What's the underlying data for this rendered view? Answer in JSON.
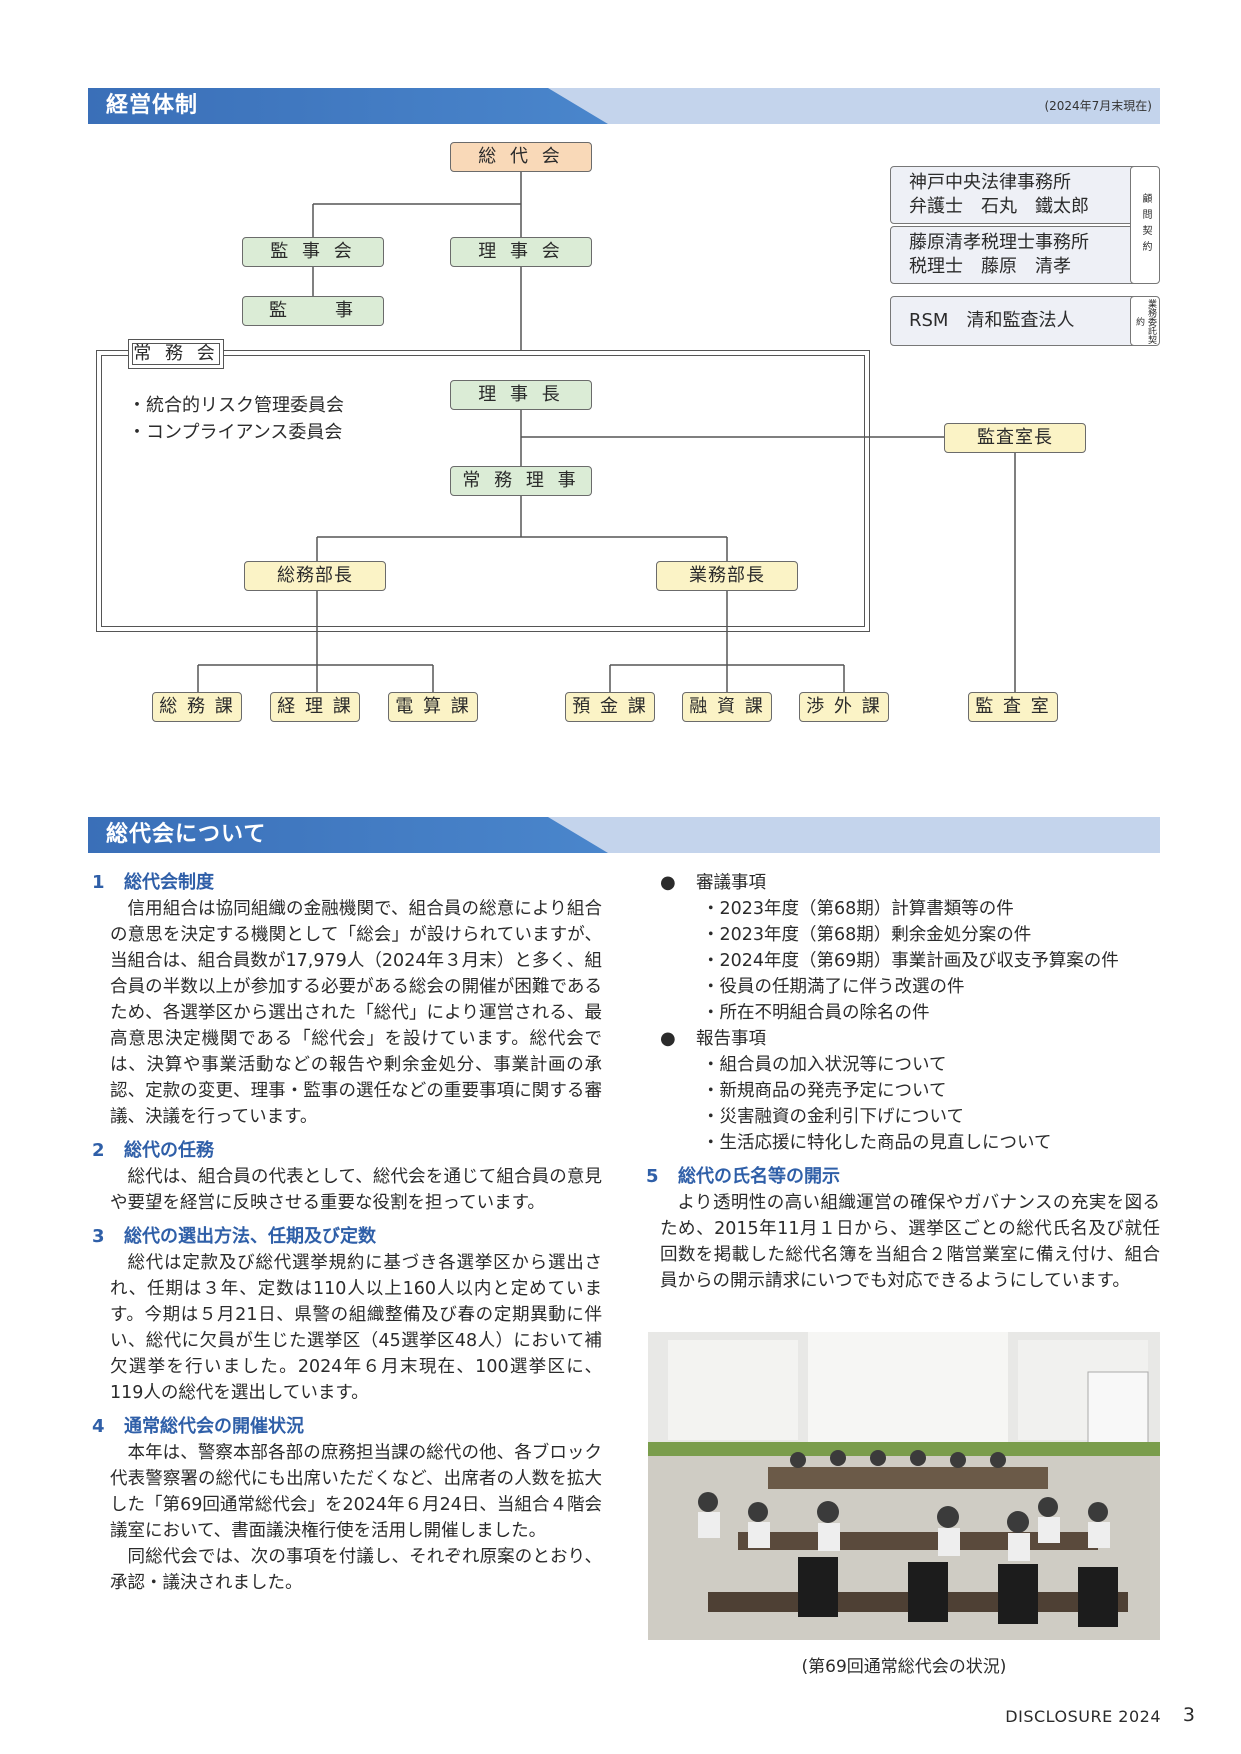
{
  "section1": {
    "title": "経営体制",
    "date_note": "(2024年7月末現在)"
  },
  "org": {
    "sodaikai": "総 代 会",
    "kanjikai": "監 事 会",
    "rijikai": "理 事 会",
    "kanji": "監　　事",
    "jomukai": "常 務 会",
    "committees": [
      "・統合的リスク管理委員会",
      "・コンプライアンス委員会"
    ],
    "rijicho": "理 事 長",
    "jomuriji": "常 務 理 事",
    "kansashitsucho": "監査室長",
    "somubucho": "総務部長",
    "gyomubucho": "業務部長",
    "departments": [
      "総 務 課",
      "経 理 課",
      "電 算 課",
      "預 金 課",
      "融 資 課",
      "渉 外 課",
      "監 査 室"
    ],
    "advisors": [
      {
        "line1": "神戸中央法律事務所",
        "line2": "弁護士　石丸　鐵太郎"
      },
      {
        "line1": "藤原清孝税理士事務所",
        "line2": "税理士　藤原　清孝"
      }
    ],
    "advisor_tag": "顧問契約",
    "auditor": "RSM　清和監査法人",
    "auditor_tag": "業務委託契約"
  },
  "section2": {
    "title": "総代会について"
  },
  "left_sections": [
    {
      "num": "1",
      "title": "総代会制度",
      "paras": [
        "信用組合は協同組織の金融機関で、組合員の総意により組合の意思を決定する機関として「総会」が設けられていますが、当組合は、組合員数が17,979人（2024年３月末）と多く、組合員の半数以上が参加する必要がある総会の開催が困難であるため、各選挙区から選出された「総代」により運営される、最高意思決定機関である「総代会」を設けています。総代会では、決算や事業活動などの報告や剰余金処分、事業計画の承認、定款の変更、理事・監事の選任などの重要事項に関する審議、決議を行っています。"
      ]
    },
    {
      "num": "2",
      "title": "総代の任務",
      "paras": [
        "総代は、組合員の代表として、総代会を通じて組合員の意見や要望を経営に反映させる重要な役割を担っています。"
      ]
    },
    {
      "num": "3",
      "title": "総代の選出方法、任期及び定数",
      "paras": [
        "総代は定款及び総代選挙規約に基づき各選挙区から選出され、任期は３年、定数は110人以上160人以内と定めています。今期は５月21日、県警の組織整備及び春の定期異動に伴い、総代に欠員が生じた選挙区（45選挙区48人）において補欠選挙を行いました。2024年６月末現在、100選挙区に、119人の総代を選出しています。"
      ]
    },
    {
      "num": "4",
      "title": "通常総代会の開催状況",
      "paras": [
        "本年は、警察本部各部の庶務担当課の総代の他、各ブロック代表警察署の総代にも出席いただくなど、出席者の人数を拡大した「第69回通常総代会」を2024年６月24日、当組合４階会議室において、書面議決権行使を活用し開催しました。",
        "同総代会では、次の事項を付議し、それぞれ原案のとおり、承認・議決されました。"
      ]
    }
  ],
  "right": {
    "shingi_title": "審議事項",
    "shingi": [
      "・2023年度（第68期）計算書類等の件",
      "・2023年度（第68期）剰余金処分案の件",
      "・2024年度（第69期）事業計画及び収支予算案の件",
      "・役員の任期満了に伴う改選の件",
      "・所在不明組合員の除名の件"
    ],
    "hokoku_title": "報告事項",
    "hokoku": [
      "・組合員の加入状況等について",
      "・新規商品の発売予定について",
      "・災害融資の金利引下げについて",
      "・生活応援に特化した商品の見直しについて"
    ],
    "sec5_num": "5",
    "sec5_title": "総代の氏名等の開示",
    "sec5_para": "より透明性の高い組織運営の確保やガバナンスの充実を図るため、2015年11月１日から、選挙区ごとの総代氏名及び就任回数を掲載した総代名簿を当組合２階営業室に備え付け、組合員からの開示請求にいつでも対応できるようにしています。"
  },
  "caption": "(第69回通常総代会の状況)",
  "footer": {
    "label": "DISCLOSURE 2024",
    "page": "3"
  }
}
